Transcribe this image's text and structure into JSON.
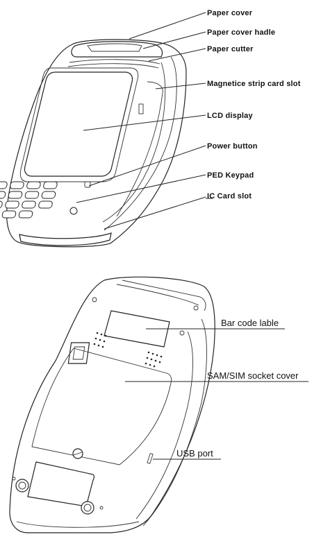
{
  "front_view": {
    "labels": {
      "paper_cover": "Paper cover",
      "paper_cover_handle": "Paper cover hadle",
      "paper_cutter": "Paper cutter",
      "magnetic_strip_slot": "Magnetice strip card slot",
      "lcd_display": "LCD display",
      "power_button": "Power button",
      "ped_keypad": "PED Keypad",
      "ic_card_slot": "IC Card slot"
    }
  },
  "back_view": {
    "labels": {
      "bar_code_label": "Bar code lable",
      "sam_sim_cover": "SAM/SIM socket cover",
      "usb_port": "USB port"
    }
  }
}
